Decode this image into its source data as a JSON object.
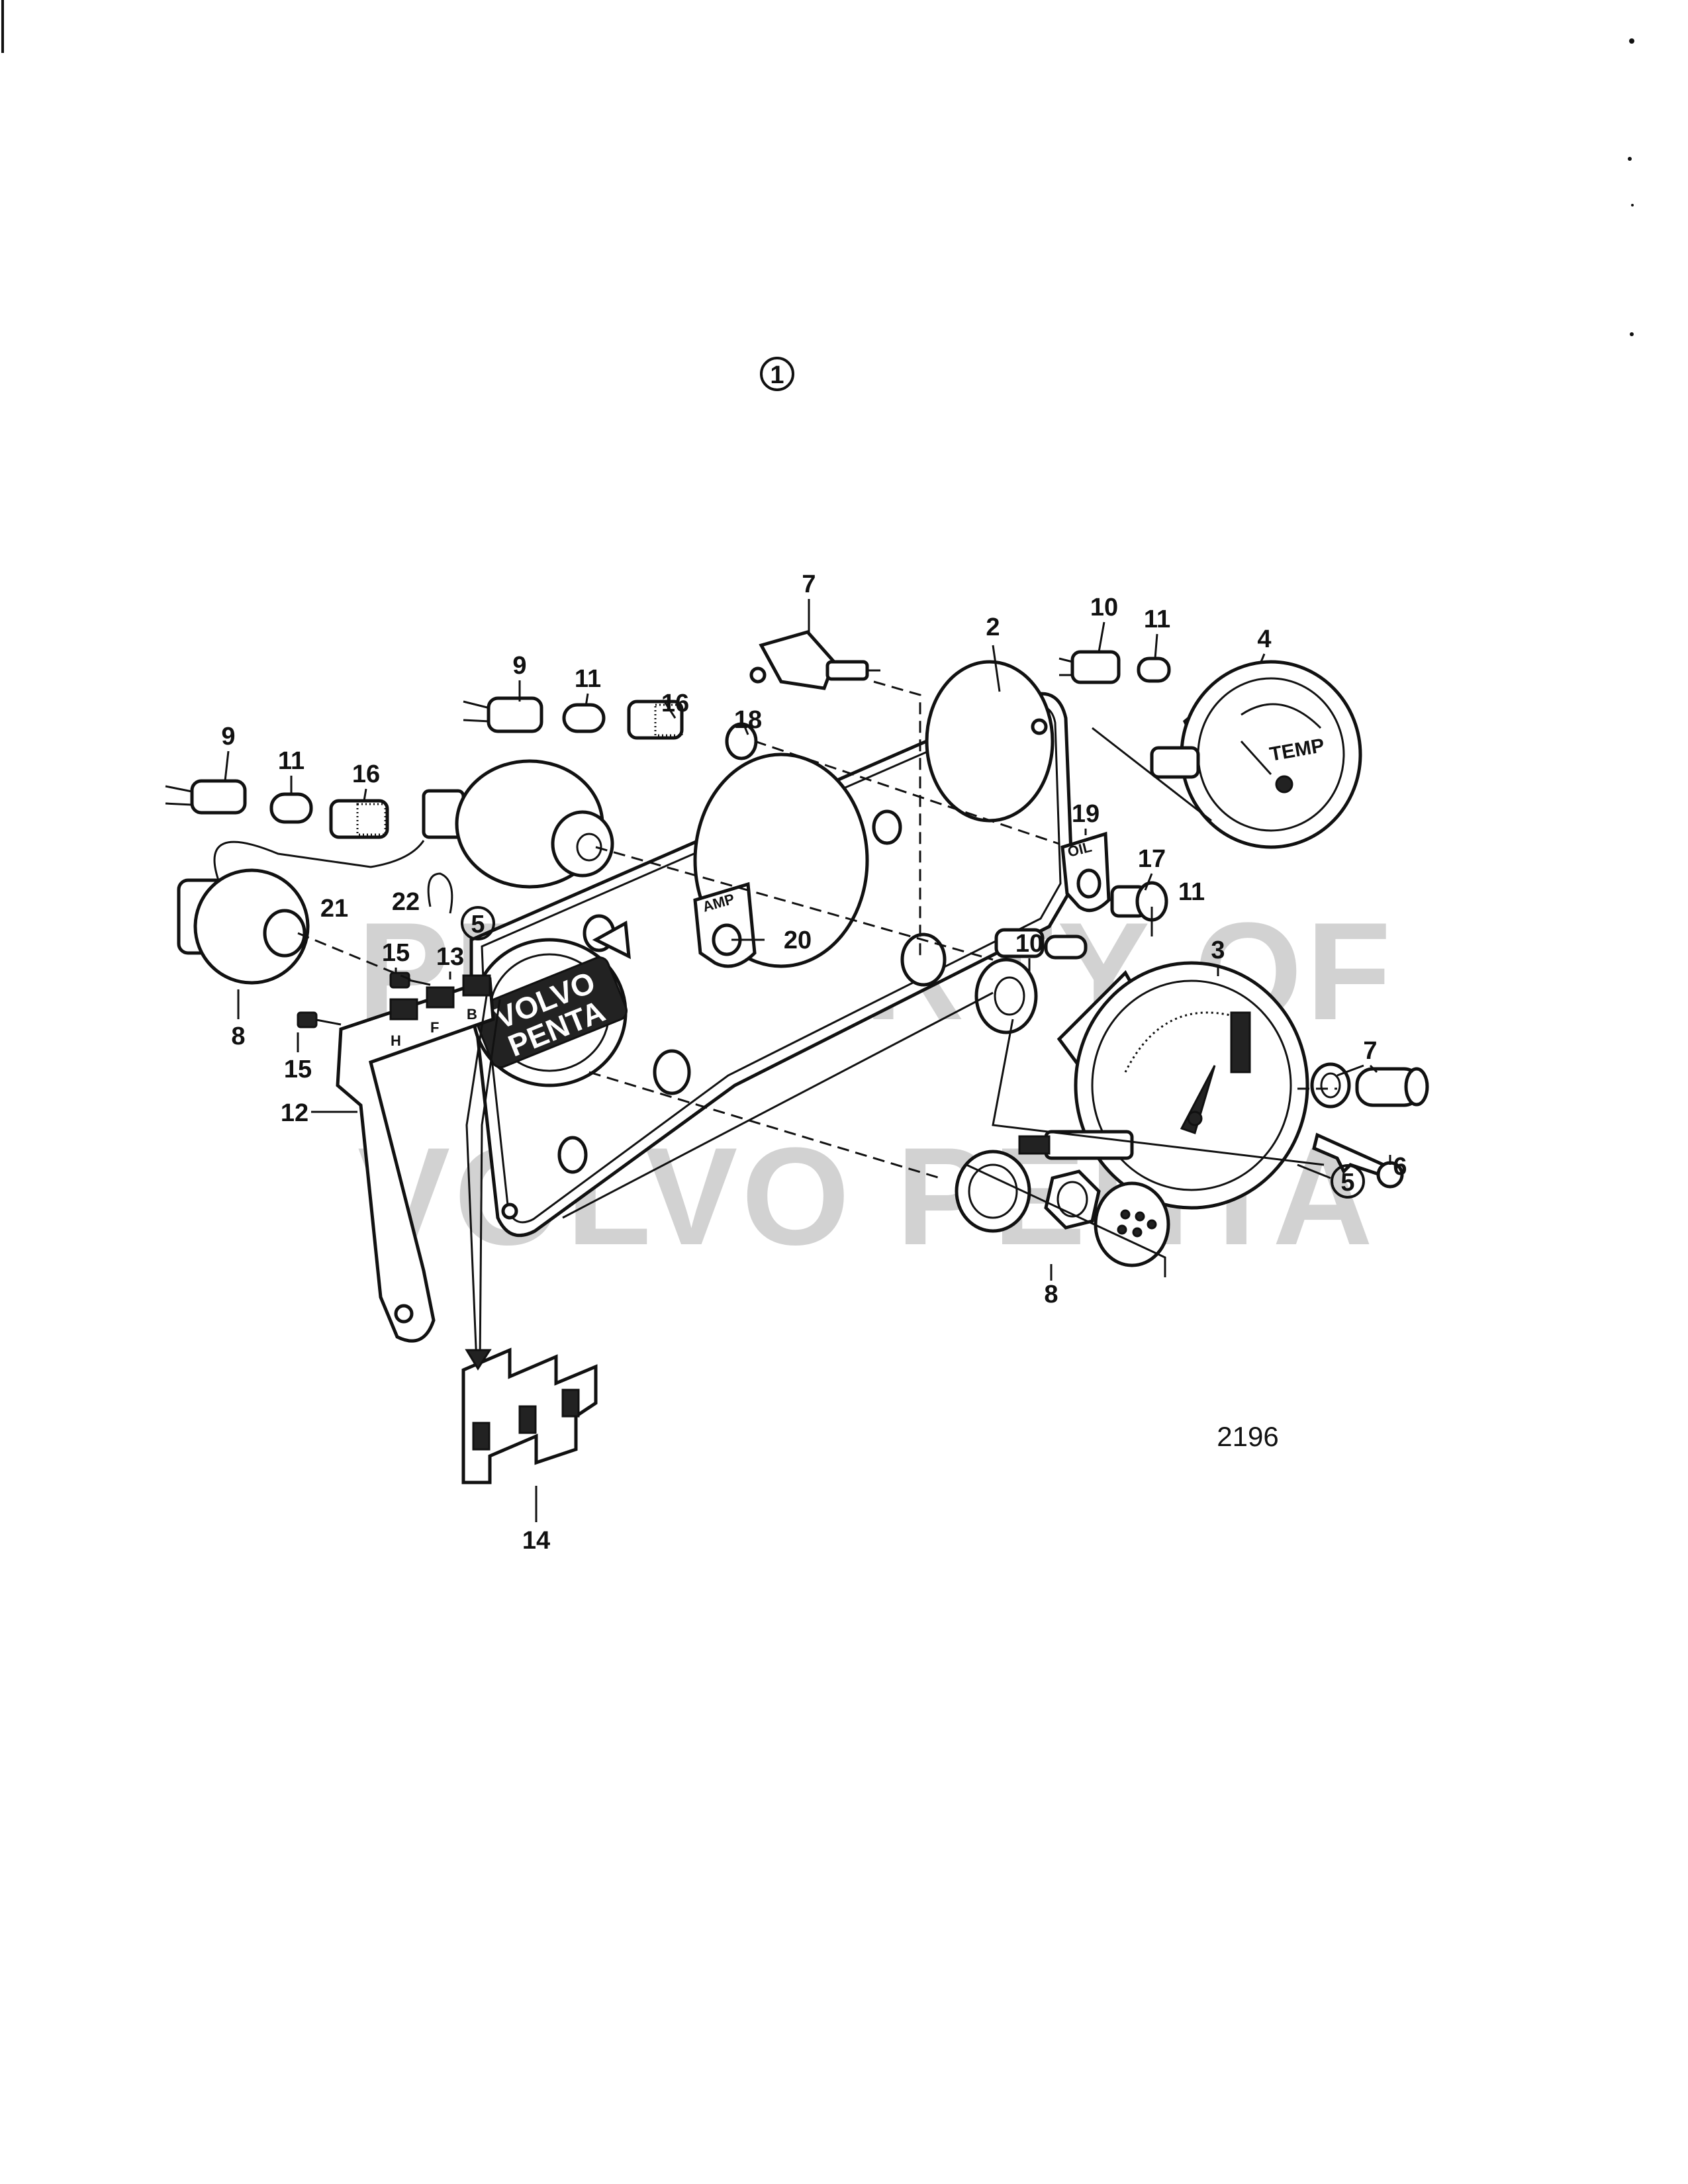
{
  "diagram": {
    "figure_number": "2196",
    "group_marker": "1",
    "watermark": [
      "PROPERTY OF",
      "VOLVO PENTA"
    ],
    "brand_plate": [
      "VOLVO",
      "PENTA"
    ],
    "gauge_labels": {
      "temp": "TEMP",
      "oil": "OIL",
      "amp": "AMP"
    },
    "terminal_letters": [
      "H",
      "F",
      "B"
    ],
    "callouts": [
      {
        "id": "c7a",
        "text": "7"
      },
      {
        "id": "c2",
        "text": "2"
      },
      {
        "id": "c10a",
        "text": "10"
      },
      {
        "id": "c11a",
        "text": "11"
      },
      {
        "id": "c4",
        "text": "4"
      },
      {
        "id": "c9a",
        "text": "9"
      },
      {
        "id": "c11b",
        "text": "11"
      },
      {
        "id": "c16a",
        "text": "16"
      },
      {
        "id": "c18",
        "text": "18"
      },
      {
        "id": "c9b",
        "text": "9"
      },
      {
        "id": "c11c",
        "text": "11"
      },
      {
        "id": "c16b",
        "text": "16"
      },
      {
        "id": "c19",
        "text": "19"
      },
      {
        "id": "c17",
        "text": "17"
      },
      {
        "id": "c11d",
        "text": "11"
      },
      {
        "id": "c10b",
        "text": "10"
      },
      {
        "id": "c21",
        "text": "21"
      },
      {
        "id": "c22",
        "text": "22"
      },
      {
        "id": "c5a",
        "text": "5"
      },
      {
        "id": "c20",
        "text": "20"
      },
      {
        "id": "c3",
        "text": "3"
      },
      {
        "id": "c15a",
        "text": "15"
      },
      {
        "id": "c13",
        "text": "13"
      },
      {
        "id": "c8a",
        "text": "8"
      },
      {
        "id": "c15b",
        "text": "15"
      },
      {
        "id": "c12",
        "text": "12"
      },
      {
        "id": "c7b",
        "text": "7"
      },
      {
        "id": "c6",
        "text": "6"
      },
      {
        "id": "c5b",
        "text": "5"
      },
      {
        "id": "c8b",
        "text": "8"
      },
      {
        "id": "c14",
        "text": "14"
      }
    ]
  }
}
